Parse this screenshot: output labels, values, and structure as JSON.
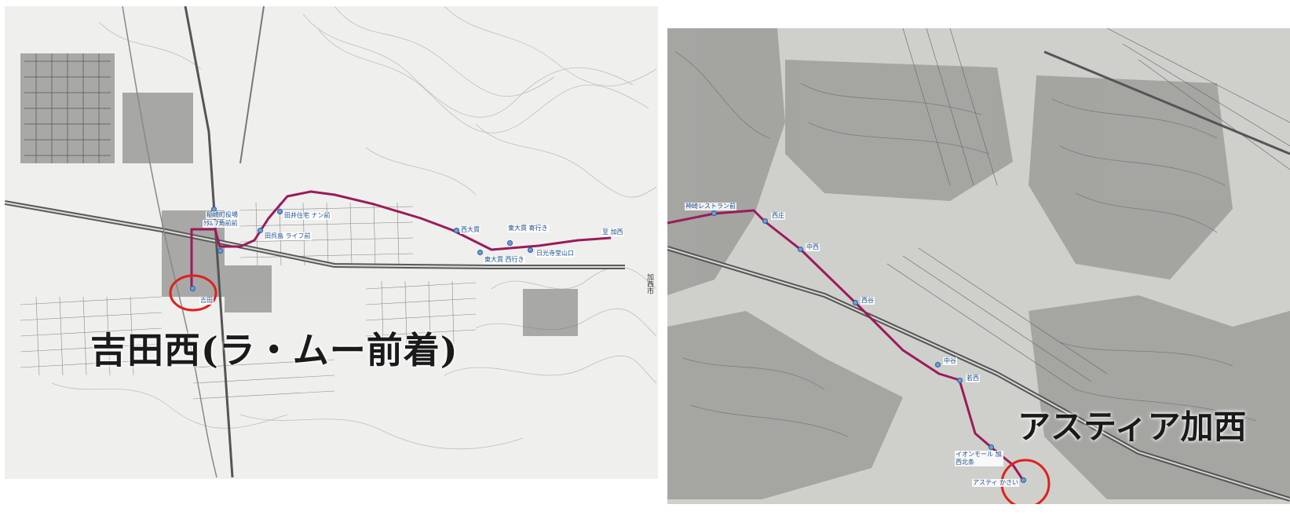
{
  "left_map": {
    "caption": "吉田西(ラ・ムー前着)",
    "stops": [
      {
        "id": "s1",
        "label": "稲崎町役場"
      },
      {
        "id": "s2",
        "label": "ｸﾀﾑ 7角前前"
      },
      {
        "id": "s3",
        "label": "田井住宅 ナン前"
      },
      {
        "id": "s4",
        "label": "田呉島 ライフ前"
      },
      {
        "id": "s5",
        "label": "西大貫"
      },
      {
        "id": "s6",
        "label": "東大貫 寄行き"
      },
      {
        "id": "s7",
        "label": "東大貫 西行き"
      },
      {
        "id": "s8",
        "label": "日光寺堂山口"
      },
      {
        "id": "s9",
        "label": "吉田"
      },
      {
        "id": "s10",
        "label": "至 加西"
      }
    ],
    "side_text": "加西市"
  },
  "right_map": {
    "caption": "アスティア加西",
    "stops": [
      {
        "id": "r1",
        "label": "神崎レストラン前"
      },
      {
        "id": "r2",
        "label": "西庄"
      },
      {
        "id": "r3",
        "label": "中西"
      },
      {
        "id": "r4",
        "label": "西谷"
      },
      {
        "id": "r5",
        "label": "中谷"
      },
      {
        "id": "r6",
        "label": "若西"
      },
      {
        "id": "r7",
        "label": "イオンモール 加西北条"
      },
      {
        "id": "r8",
        "label": "アスティ かさい"
      }
    ]
  },
  "colors": {
    "route": "#9b1b5a",
    "highlight_circle": "#e0201c",
    "stop_marker": "#6aa0d8"
  }
}
